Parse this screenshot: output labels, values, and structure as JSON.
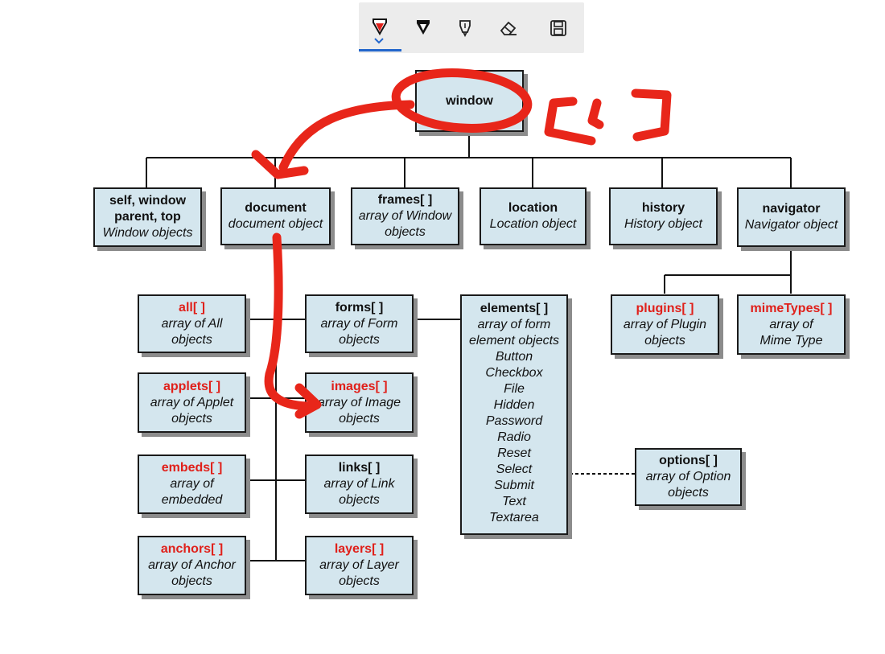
{
  "toolbar": {
    "tools": [
      {
        "name": "ballpoint-pen-icon",
        "color": "#e0201a",
        "selected": true
      },
      {
        "name": "pencil-icon",
        "color": "#111111",
        "selected": false
      },
      {
        "name": "highlighter-icon",
        "color": "#111111",
        "selected": false
      },
      {
        "name": "eraser-icon",
        "color": "#111111",
        "selected": false
      },
      {
        "name": "save-icon",
        "color": "#111111",
        "selected": false
      }
    ],
    "accent": "#2266cc"
  },
  "diagram": {
    "window": {
      "title": "window"
    },
    "level1": [
      {
        "id": "self",
        "lines": [
          "self, window",
          "parent, top"
        ],
        "sub": [
          "Window objects"
        ]
      },
      {
        "id": "document",
        "lines": [
          "document"
        ],
        "sub": [
          "document object"
        ]
      },
      {
        "id": "frames",
        "lines": [
          "frames[ ]"
        ],
        "sub": [
          "array of Window",
          "objects"
        ]
      },
      {
        "id": "location",
        "lines": [
          "location"
        ],
        "sub": [
          "Location object"
        ]
      },
      {
        "id": "history",
        "lines": [
          "history"
        ],
        "sub": [
          "History object"
        ]
      },
      {
        "id": "navigator",
        "lines": [
          "navigator"
        ],
        "sub": [
          "Navigator object"
        ]
      }
    ],
    "document_children_left": [
      {
        "id": "all",
        "title": "all[ ]",
        "sub": [
          "array of All",
          "objects"
        ]
      },
      {
        "id": "applets",
        "title": "applets[ ]",
        "sub": [
          "array of Applet",
          "objects"
        ]
      },
      {
        "id": "embeds",
        "title": "embeds[ ]",
        "sub": [
          "array of",
          "embedded"
        ]
      },
      {
        "id": "anchors",
        "title": "anchors[ ]",
        "sub": [
          "array of Anchor",
          "objects"
        ]
      }
    ],
    "document_children_right": [
      {
        "id": "forms",
        "title": "forms[ ]",
        "sub": [
          "array of Form",
          "objects"
        ]
      },
      {
        "id": "images",
        "title": "images[ ]",
        "sub": [
          "array of Image",
          "objects"
        ]
      },
      {
        "id": "links",
        "title": "links[ ]",
        "sub": [
          "array of Link",
          "objects"
        ]
      },
      {
        "id": "layers",
        "title": "layers[ ]",
        "sub": [
          "array of Layer",
          "objects"
        ]
      }
    ],
    "elements": {
      "title": "elements[ ]",
      "sub": [
        "array of form",
        "element objects",
        "Button",
        "Checkbox",
        "File",
        "Hidden",
        "Password",
        "Radio",
        "Reset",
        "Select",
        "Submit",
        "Text",
        "Textarea"
      ]
    },
    "navigator_children": [
      {
        "id": "plugins",
        "title": "plugins[ ]",
        "sub": [
          "array of Plugin",
          "objects"
        ]
      },
      {
        "id": "mimetypes",
        "title": "mimeTypes[ ]",
        "sub": [
          "array of",
          "Mime Type"
        ]
      }
    ],
    "options": {
      "title": "options[ ]",
      "sub": [
        "array of Option",
        "objects"
      ]
    },
    "colors": {
      "box_fill": "#d4e6ee",
      "red_title": "#e0201a",
      "ink": "#e8261a"
    }
  },
  "annotation": {
    "handwriting": "[ ]"
  }
}
